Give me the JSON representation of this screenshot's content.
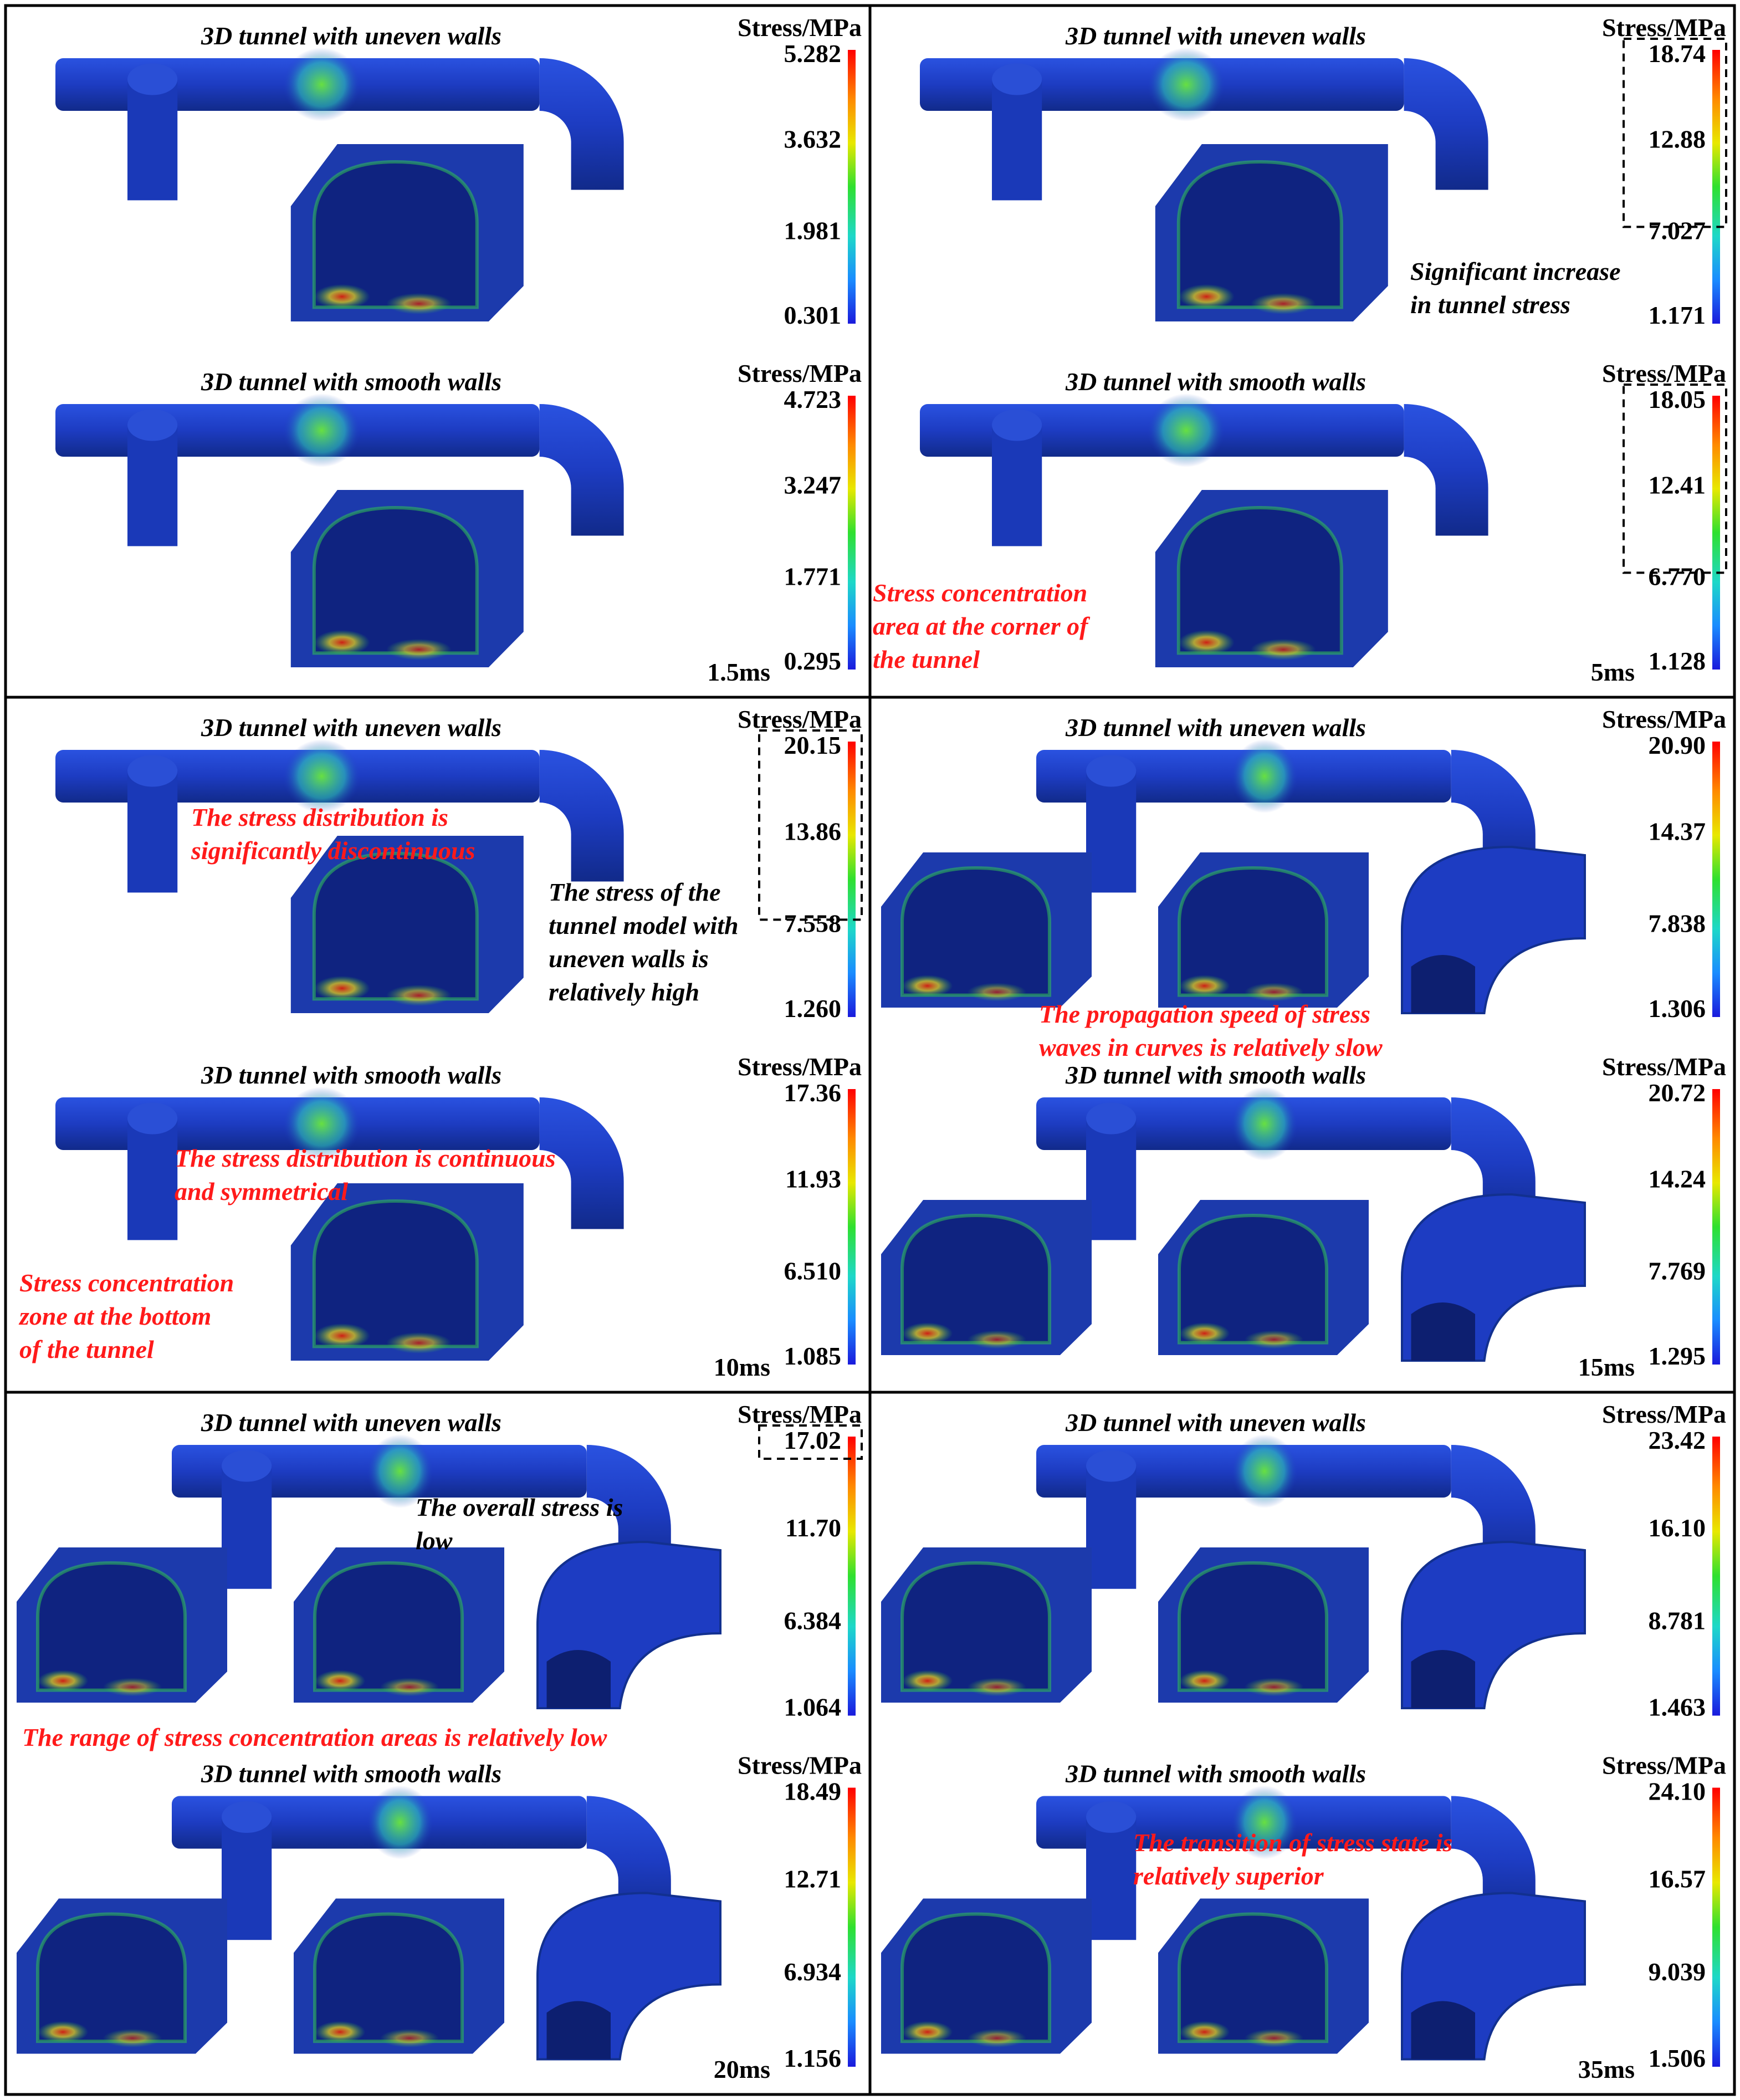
{
  "figure": {
    "rows": [
      {
        "cells": [
          {
            "time": "",
            "top_title": "3D tunnel with uneven walls",
            "bottom_title": "3D tunnel with smooth walls",
            "top_scale": [
              "5.282",
              "3.632",
              "1.981",
              "0.301"
            ],
            "bottom_scale": [
              "4.723",
              "3.247",
              "1.771",
              "0.295"
            ],
            "annotations": []
          },
          {
            "time": "",
            "top_title": "3D tunnel with uneven walls",
            "bottom_title": "3D tunnel with smooth walls",
            "top_scale": [
              "18.74",
              "12.88",
              "7.027",
              "1.171"
            ],
            "bottom_scale": [
              "18.05",
              "12.41",
              "6.770",
              "1.128"
            ],
            "annotations": [
              {
                "text": "Significant increase in tunnel stress",
                "color": "black"
              },
              {
                "text": "Stress concentration area at the corner of the tunnel",
                "color": "red"
              }
            ]
          }
        ],
        "times": [
          "1.5ms",
          "5ms"
        ]
      },
      {
        "cells": [
          {
            "top_title": "3D tunnel with uneven walls",
            "bottom_title": "3D tunnel with smooth walls",
            "top_scale": [
              "20.15",
              "13.86",
              "7.558",
              "1.260"
            ],
            "bottom_scale": [
              "17.36",
              "11.93",
              "6.510",
              "1.085"
            ],
            "annotations": [
              {
                "text": "The stress distribution is significantly discontinuous",
                "color": "red"
              },
              {
                "text": "The stress of the tunnel model with uneven walls is relatively high",
                "color": "black"
              },
              {
                "text": "The stress distribution is continuous and symmetrical",
                "color": "red"
              },
              {
                "text": "Stress concentration zone at the bottom of the tunnel",
                "color": "red"
              }
            ]
          },
          {
            "top_title": "3D tunnel with uneven walls",
            "bottom_title": "3D tunnel with smooth walls",
            "top_scale": [
              "20.90",
              "14.37",
              "7.838",
              "1.306"
            ],
            "bottom_scale": [
              "20.72",
              "14.24",
              "7.769",
              "1.295"
            ],
            "annotations": [
              {
                "text": "The propagation speed of stress waves in curves is relatively slow",
                "color": "red"
              }
            ]
          }
        ],
        "times": [
          "10ms",
          "15ms"
        ]
      },
      {
        "cells": [
          {
            "top_title": "3D tunnel with uneven walls",
            "bottom_title": "3D tunnel with smooth walls",
            "top_scale": [
              "17.02",
              "11.70",
              "6.384",
              "1.064"
            ],
            "bottom_scale": [
              "18.49",
              "12.71",
              "6.934",
              "1.156"
            ],
            "annotations": [
              {
                "text": "The overall stress is low",
                "color": "black"
              },
              {
                "text": "The range of stress concentration areas is relatively low",
                "color": "red"
              }
            ]
          },
          {
            "top_title": "3D tunnel with uneven walls",
            "bottom_title": "3D tunnel with smooth walls",
            "top_scale": [
              "23.42",
              "16.10",
              "8.781",
              "1.463"
            ],
            "bottom_scale": [
              "24.10",
              "16.57",
              "9.039",
              "1.506"
            ],
            "annotations": [
              {
                "text": "The transition of stress state is relatively superior",
                "color": "red"
              }
            ]
          }
        ],
        "times": [
          "20ms",
          "35ms"
        ]
      }
    ],
    "scale_label": "Stress/MPa",
    "colors": {
      "tunnel_base": "#1f3fbf",
      "tunnel_dark": "#122a8c",
      "stress_green": "#3ed14a",
      "stress_cyan": "#2ec6d6",
      "stress_red": "#e02a16",
      "annotation_red": "#ff1a1a",
      "annotation_black": "#000000",
      "border": "#000000"
    }
  }
}
